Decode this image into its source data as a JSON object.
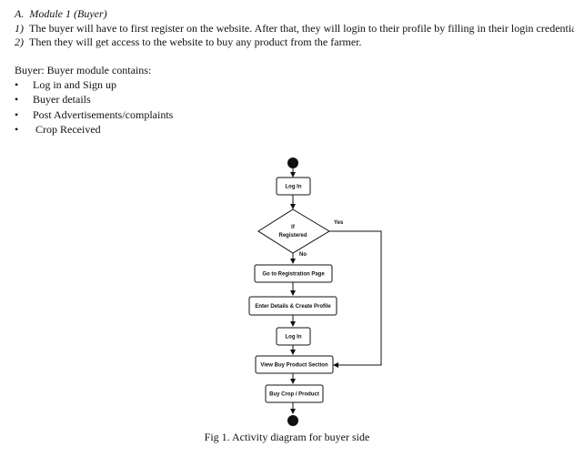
{
  "section": {
    "heading_prefix": "A.",
    "heading": "Module 1 (Buyer)",
    "steps": [
      {
        "num": "1)",
        "text": "The buyer will have to first register on the website. After that, they will login to their profile by filling in their login credentials."
      },
      {
        "num": "2)",
        "text": "Then they will get access to the website to buy any product from the farmer."
      }
    ]
  },
  "buyer": {
    "intro": "Buyer: Buyer module contains:",
    "bullet_symbol": "•",
    "items": [
      "Log in and Sign up",
      "Buyer details",
      "Post Advertisements/complaints",
      " Crop Received"
    ]
  },
  "diagram": {
    "nodes": {
      "login1": "Log In",
      "decision_line1": "If",
      "decision_line2": "Registered",
      "registration": "Go to Registration Page",
      "enter_details": "Enter Details & Create Profile",
      "login2": "Log In",
      "view_product": "View Buy Product Section",
      "buy": "Buy Crop / Product"
    },
    "edges": {
      "yes": "Yes",
      "no": "No"
    }
  },
  "caption": "Fig 1. Activity diagram for buyer side"
}
